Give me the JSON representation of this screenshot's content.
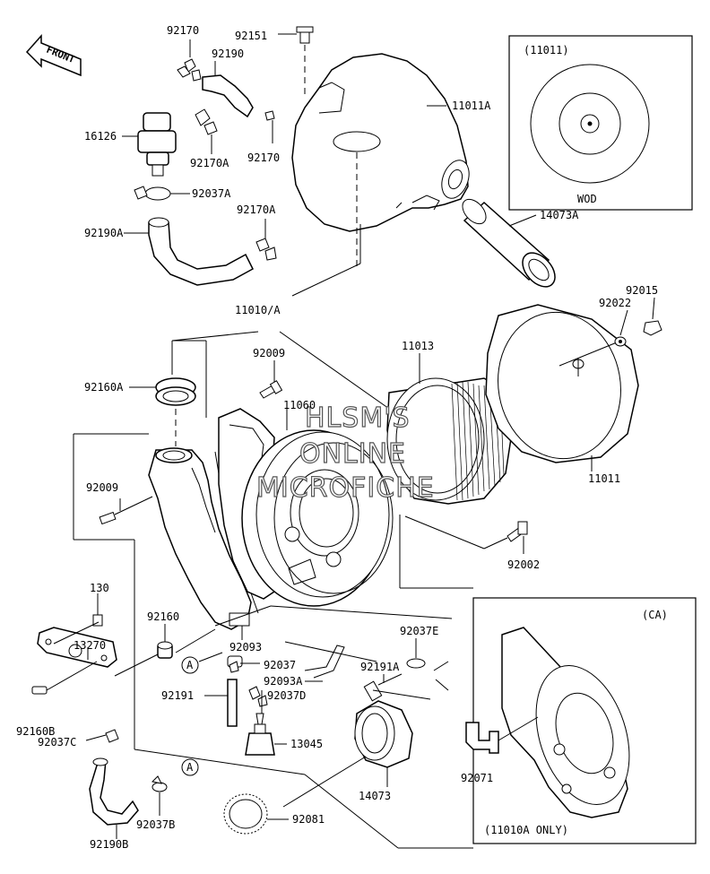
{
  "front_label": "FRONT",
  "watermark": [
    "HLSM'S",
    "ONLINE",
    "MICROFICHE"
  ],
  "inset_top": {
    "code": "(11011)",
    "caption": "WOD"
  },
  "inset_bottom": {
    "code": "(CA)",
    "caption": "(11010A ONLY)"
  },
  "ref_mark": "A",
  "labels": {
    "p92170_top": "92170",
    "p92151": "92151",
    "p92190": "92190",
    "p11011A": "11011A",
    "p16126": "16126",
    "p92170A_a": "92170A",
    "p92170_b": "92170",
    "p92037A": "92037A",
    "p92170A_b": "92170A",
    "p14073A": "14073A",
    "p92190A": "92190A",
    "p92015": "92015",
    "p92022": "92022",
    "p11010A": "11010/A",
    "p11013": "11013",
    "p92009_top": "92009",
    "p92160A": "92160A",
    "p11060": "11060",
    "p11011": "11011",
    "p92009_left": "92009",
    "p92002": "92002",
    "p130": "130",
    "p92160": "92160",
    "p92037E": "92037E",
    "p13270": "13270",
    "p92093": "92093",
    "p92037": "92037",
    "p92191A": "92191A",
    "p92093A": "92093A",
    "p92037D": "92037D",
    "p92191": "92191",
    "p92160B": "92160B",
    "p92037C": "92037C",
    "p13045": "13045",
    "p92071": "92071",
    "p14073": "14073",
    "p92037B": "92037B",
    "p92081": "92081",
    "p92190B": "92190B"
  }
}
